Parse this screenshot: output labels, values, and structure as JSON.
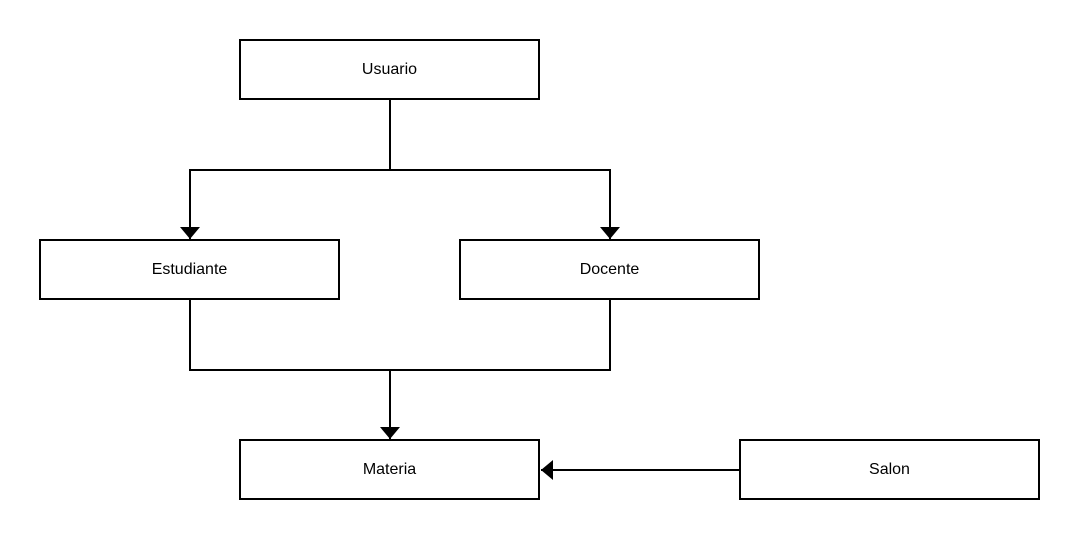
{
  "diagram": {
    "nodes": {
      "usuario": "Usuario",
      "estudiante": "Estudiante",
      "docente": "Docente",
      "materia": "Materia",
      "salon": "Salon"
    },
    "edges": [
      {
        "from": "Usuario",
        "to": "Estudiante"
      },
      {
        "from": "Usuario",
        "to": "Docente"
      },
      {
        "from": "Estudiante",
        "to": "Materia"
      },
      {
        "from": "Docente",
        "to": "Materia"
      },
      {
        "from": "Salon",
        "to": "Materia"
      }
    ],
    "colors": {
      "stroke": "#000000",
      "fill": "#ffffff",
      "text": "#000000"
    }
  }
}
